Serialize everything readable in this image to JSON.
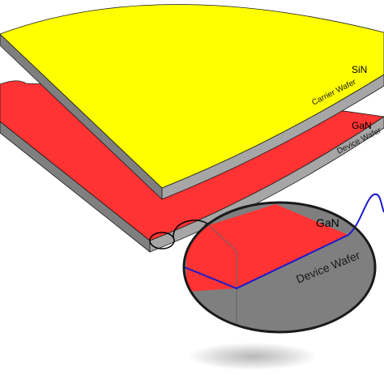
{
  "labels": {
    "top_layer": "SiN",
    "top_wafer": "Carrier Wafer",
    "mid_layer": "GaN",
    "mid_wafer": "Device Wafer",
    "zoom_layer": "GaN",
    "zoom_wafer": "Device Wafer"
  },
  "colors": {
    "sin_layer": "#ffff00",
    "gan_layer": "#ff3333",
    "wafer_substrate": "#7f7f7f",
    "wafer_edge": "#a6a6a6",
    "interface_line": "#1a1acc",
    "outline": "#1a1a1a"
  }
}
